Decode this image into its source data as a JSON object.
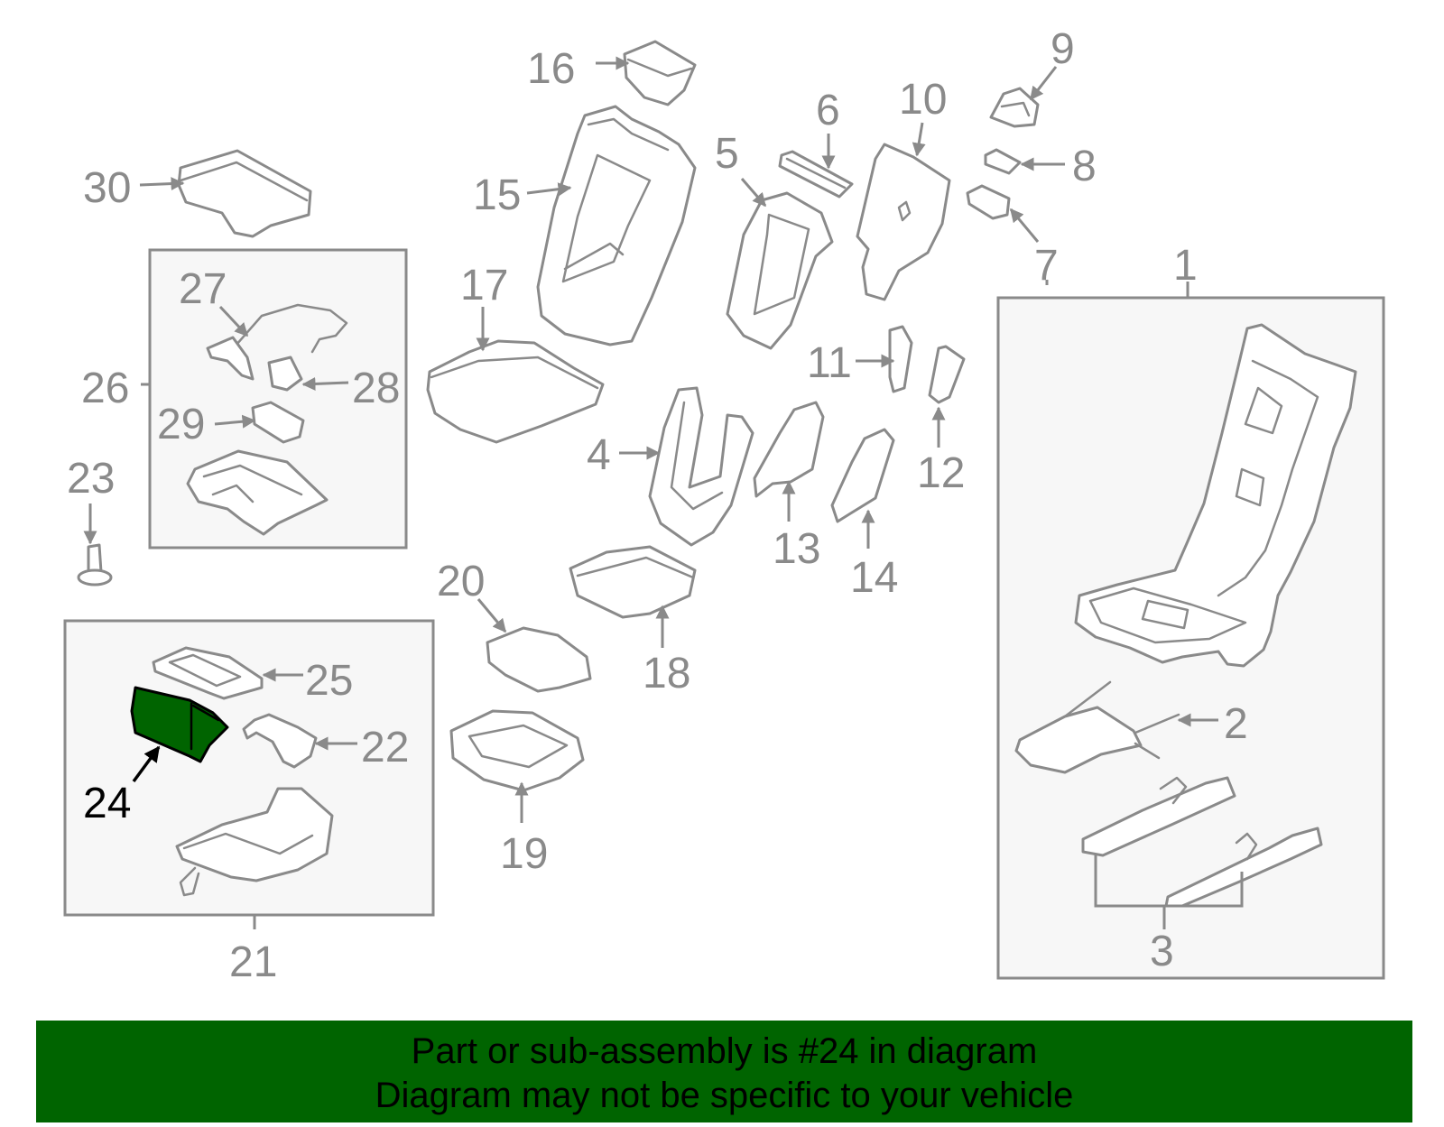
{
  "diagram": {
    "highlight_part": "24",
    "colors": {
      "label": "#8a8a8a",
      "outline": "#8a8a8a",
      "highlight_fill": "#006400",
      "highlight_label": "#000000",
      "banner_bg": "#006400"
    },
    "labels": {
      "p1": "1",
      "p2": "2",
      "p3": "3",
      "p4": "4",
      "p5": "5",
      "p6": "6",
      "p7": "7",
      "p8": "8",
      "p9": "9",
      "p10": "10",
      "p11": "11",
      "p12": "12",
      "p13": "13",
      "p14": "14",
      "p15": "15",
      "p16": "16",
      "p17": "17",
      "p18": "18",
      "p19": "19",
      "p20": "20",
      "p21": "21",
      "p22": "22",
      "p23": "23",
      "p24": "24",
      "p25": "25",
      "p26": "26",
      "p27": "27",
      "p28": "28",
      "p29": "29",
      "p30": "30"
    }
  },
  "banner": {
    "line1": "Part or sub-assembly is #24 in diagram",
    "line2": "Diagram may not be specific to your vehicle"
  }
}
